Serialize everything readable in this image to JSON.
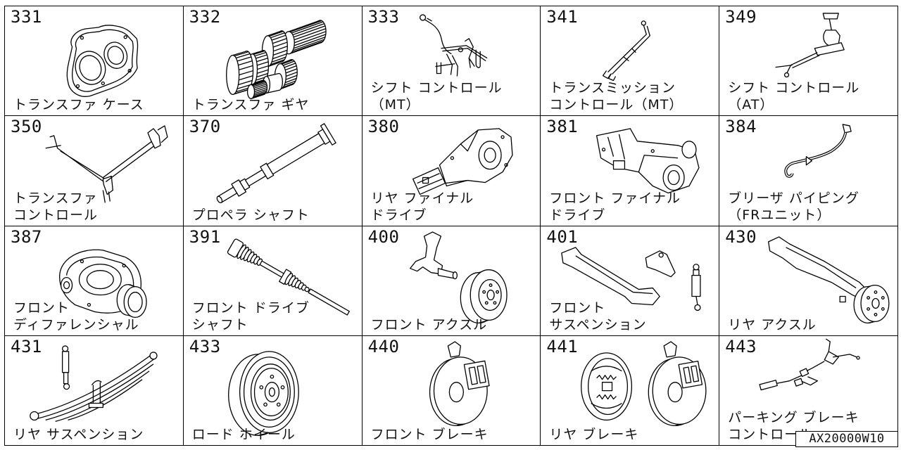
{
  "cells": [
    {
      "number": "331",
      "label": [
        "トランスファ ケース"
      ],
      "image": "transfer-case"
    },
    {
      "number": "332",
      "label": [
        "トランスファ ギヤ"
      ],
      "image": "transfer-gear"
    },
    {
      "number": "333",
      "label": [
        "シフト コントロール",
        "（MT）"
      ],
      "image": "shift-control-mt"
    },
    {
      "number": "341",
      "label": [
        "トランスミッション",
        "コントロール（MT）"
      ],
      "image": "transmission-control"
    },
    {
      "number": "349",
      "label": [
        "シフト コントロール",
        "（AT）"
      ],
      "image": "shift-control-at"
    },
    {
      "number": "350",
      "label": [
        "トランスファ",
        "コントロール"
      ],
      "image": "transfer-control"
    },
    {
      "number": "370",
      "label": [
        "プロペラ シャフト"
      ],
      "image": "propeller-shaft"
    },
    {
      "number": "380",
      "label": [
        "リヤ ファイナル",
        "ドライブ"
      ],
      "image": "rear-final-drive"
    },
    {
      "number": "381",
      "label": [
        "フロント ファイナル",
        "ドライブ"
      ],
      "image": "front-final-drive"
    },
    {
      "number": "384",
      "label": [
        "ブリーザ パイピング",
        "（FRユニット）"
      ],
      "image": "breather-piping"
    },
    {
      "number": "387",
      "label": [
        "フロント",
        "ディファレンシャル"
      ],
      "image": "front-differential"
    },
    {
      "number": "391",
      "label": [
        "フロント ドライブ",
        "シャフト"
      ],
      "image": "front-drive-shaft"
    },
    {
      "number": "400",
      "label": [
        "フロント アクスル"
      ],
      "image": "front-axle"
    },
    {
      "number": "401",
      "label": [
        "フロント",
        "サスペンション"
      ],
      "image": "front-suspension"
    },
    {
      "number": "430",
      "label": [
        "リヤ アクスル"
      ],
      "image": "rear-axle"
    },
    {
      "number": "431",
      "label": [
        "リヤ サスペンション"
      ],
      "image": "rear-suspension"
    },
    {
      "number": "433",
      "label": [
        "ロード ホイール"
      ],
      "image": "road-wheel"
    },
    {
      "number": "440",
      "label": [
        "フロント ブレーキ"
      ],
      "image": "front-brake"
    },
    {
      "number": "441",
      "label": [
        "リヤ ブレーキ"
      ],
      "image": "rear-brake"
    },
    {
      "number": "443",
      "label": [
        "パーキング ブレーキ",
        "コントロール"
      ],
      "image": "parking-brake"
    }
  ],
  "footer": {
    "code": "AX20000W10"
  }
}
